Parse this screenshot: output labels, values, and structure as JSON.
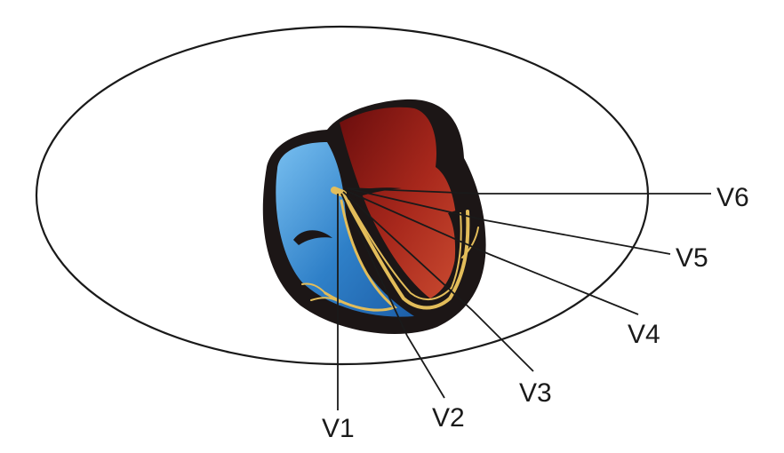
{
  "leads": [
    {
      "id": "v1",
      "label": "V1"
    },
    {
      "id": "v2",
      "label": "V2"
    },
    {
      "id": "v3",
      "label": "V3"
    },
    {
      "id": "v4",
      "label": "V4"
    },
    {
      "id": "v5",
      "label": "V5"
    },
    {
      "id": "v6",
      "label": "V6"
    }
  ],
  "colors": {
    "right_ventricle": "#2f80c8",
    "left_ventricle": "#a8281c",
    "myocardium": "#1c1616",
    "conduction_system": "#e3bd5a",
    "outline": "#1a1a1a"
  }
}
